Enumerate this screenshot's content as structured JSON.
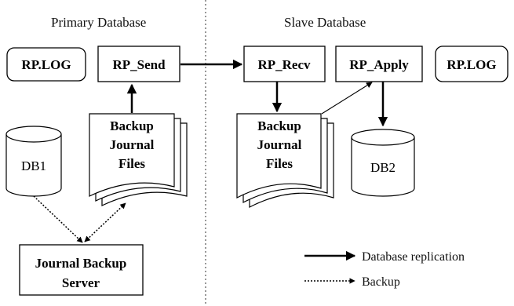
{
  "headers": {
    "primary": "Primary Database",
    "slave": "Slave Database"
  },
  "boxes": {
    "rplog_primary": "RP.LOG",
    "rp_send": "RP_Send",
    "rp_recv": "RP_Recv",
    "rp_apply": "RP_Apply",
    "rplog_slave": "RP.LOG"
  },
  "documents": {
    "primary_backup": [
      "Backup",
      "Journal",
      "Files"
    ],
    "slave_backup": [
      "Backup",
      "Journal",
      "Files"
    ]
  },
  "databases": {
    "db1": "DB1",
    "db2": "DB2"
  },
  "server": {
    "line1": "Journal Backup",
    "line2": "Server"
  },
  "legend": {
    "replication": "Database replication",
    "backup": "Backup"
  }
}
